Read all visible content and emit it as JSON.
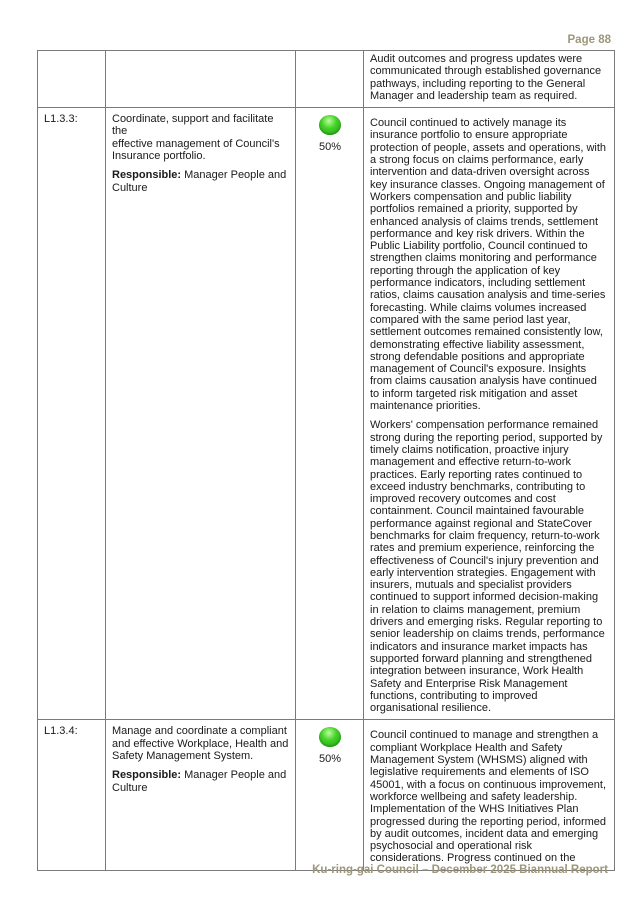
{
  "page_number": "Page 88",
  "footer": "Ku-ring-gai Council – December 2025 Biannual Report",
  "colors": {
    "status_green": "#2fbf1c",
    "footer_text": "#9d967a"
  },
  "rows": [
    {
      "code": "",
      "action": "",
      "responsible_label": "",
      "responsible": "",
      "progress": "",
      "paragraphs": [
        "Audit outcomes and progress updates were\ncommunicated through established governance\npathways, including reporting to the General\nManager and leadership team as required."
      ]
    },
    {
      "code": "L1.3.3:",
      "action": "Coordinate, support and facilitate the\neffective management of Council's\nInsurance portfolio.",
      "responsible_label": "Responsible:",
      "responsible": " Manager People and\nCulture",
      "status_icon": "green-circle-icon",
      "progress": "50%",
      "paragraphs": [
        "Council continued to actively manage its\ninsurance portfolio to ensure appropriate\nprotection of people, assets and operations, with\na strong focus on claims performance, early\nintervention and data-driven oversight across\nkey insurance classes. Ongoing management of\nWorkers compensation and public liability\nportfolios remained a priority, supported by\nenhanced analysis of claims trends, settlement\nperformance and key risk drivers. Within the\nPublic Liability portfolio, Council continued to\nstrengthen claims monitoring and performance\nreporting through the application of key\nperformance indicators, including settlement\nratios, claims causation analysis and time-series\nforecasting. While claims volumes increased\ncompared with the same period last year,\nsettlement outcomes remained consistently low,\ndemonstrating effective liability assessment,\nstrong defendable positions and appropriate\nmanagement of Council's exposure. Insights\nfrom claims causation analysis have continued\nto inform targeted risk mitigation and asset\nmaintenance priorities.",
        "Workers' compensation performance remained\nstrong during the reporting period, supported by\ntimely claims notification, proactive injury\nmanagement and effective return-to-work\npractices. Early reporting rates continued to\nexceed industry benchmarks, contributing to\nimproved recovery outcomes and cost\ncontainment. Council maintained favourable\nperformance against regional and StateCover\nbenchmarks for claim frequency, return-to-work\nrates and premium experience, reinforcing the\neffectiveness of Council's injury prevention and\nearly intervention strategies. Engagement with\ninsurers, mutuals and specialist providers\ncontinued to support informed decision-making\nin relation to claims management, premium\ndrivers and emerging risks. Regular reporting to\nsenior leadership on claims trends, performance\nindicators and insurance market impacts has\nsupported forward planning and strengthened\nintegration between insurance, Work Health\nSafety and Enterprise Risk Management\nfunctions, contributing to improved\norganisational resilience."
      ]
    },
    {
      "code": "L1.3.4:",
      "action": "Manage and coordinate a compliant\nand effective Workplace, Health and\nSafety Management System.",
      "responsible_label": "Responsible:",
      "responsible": " Manager People and\nCulture",
      "status_icon": "green-circle-icon",
      "progress": "50%",
      "paragraphs": [
        "Council continued to manage and strengthen a\ncompliant Workplace Health and Safety\nManagement System (WHSMS) aligned with\nlegislative requirements and elements of ISO\n45001, with a focus on continuous improvement,\nworkforce wellbeing and safety leadership.\nImplementation of the WHS Initiatives Plan\nprogressed during the reporting period, informed\nby audit outcomes, incident data and emerging\npsychosocial and operational risk\nconsiderations. Progress continued on the"
      ]
    }
  ]
}
